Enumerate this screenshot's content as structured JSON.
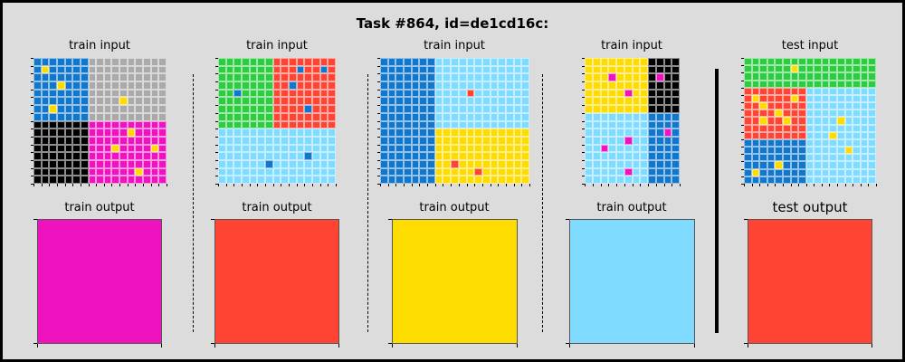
{
  "title": "Task #864, id=de1cd16c:",
  "labels": {
    "train_input": "train input",
    "train_output": "train output",
    "test_input": "test input",
    "test_output": "test output"
  },
  "colors": {
    "0": "#000000",
    "1": "#1177cc",
    "2": "#ff4433",
    "3": "#2ecc40",
    "4": "#ffdc00",
    "5": "#aaaaaa",
    "6": "#f012be",
    "8": "#7fdbff"
  },
  "panels": [
    {
      "label_key": "train_input",
      "grid": {
        "rows": 16,
        "cols": 17,
        "regions": [
          {
            "r0": 0,
            "r1": 7,
            "c0": 0,
            "c1": 6,
            "color": "1"
          },
          {
            "r0": 0,
            "r1": 7,
            "c0": 7,
            "c1": 16,
            "color": "5"
          },
          {
            "r0": 8,
            "r1": 15,
            "c0": 0,
            "c1": 6,
            "color": "0"
          },
          {
            "r0": 8,
            "r1": 15,
            "c0": 7,
            "c1": 16,
            "color": "6"
          }
        ],
        "dots": [
          [
            1,
            1,
            "4"
          ],
          [
            3,
            3,
            "4"
          ],
          [
            6,
            2,
            "4"
          ],
          [
            5,
            11,
            "4"
          ],
          [
            9,
            12,
            "4"
          ],
          [
            11,
            10,
            "4"
          ],
          [
            11,
            15,
            "4"
          ],
          [
            14,
            13,
            "4"
          ]
        ]
      },
      "output_color": "6"
    },
    {
      "label_key": "train_input",
      "grid": {
        "rows": 16,
        "cols": 15,
        "regions": [
          {
            "r0": 0,
            "r1": 8,
            "c0": 0,
            "c1": 6,
            "color": "3"
          },
          {
            "r0": 0,
            "r1": 8,
            "c0": 7,
            "c1": 14,
            "color": "2"
          },
          {
            "r0": 9,
            "r1": 15,
            "c0": 0,
            "c1": 14,
            "color": "8"
          }
        ],
        "dots": [
          [
            1,
            10,
            "1"
          ],
          [
            1,
            13,
            "1"
          ],
          [
            3,
            9,
            "1"
          ],
          [
            4,
            2,
            "1"
          ],
          [
            6,
            11,
            "1"
          ],
          [
            12,
            11,
            "1"
          ],
          [
            13,
            6,
            "1"
          ]
        ]
      },
      "output_color": "2"
    },
    {
      "label_key": "train_input",
      "grid": {
        "rows": 16,
        "cols": 19,
        "regions": [
          {
            "r0": 0,
            "r1": 15,
            "c0": 0,
            "c1": 6,
            "color": "1"
          },
          {
            "r0": 0,
            "r1": 8,
            "c0": 7,
            "c1": 18,
            "color": "8"
          },
          {
            "r0": 9,
            "r1": 15,
            "c0": 7,
            "c1": 18,
            "color": "4"
          }
        ],
        "dots": [
          [
            4,
            11,
            "2"
          ],
          [
            13,
            9,
            "2"
          ],
          [
            14,
            12,
            "2"
          ]
        ]
      },
      "output_color": "4"
    },
    {
      "label_key": "train_input",
      "grid": {
        "rows": 16,
        "cols": 12,
        "regions": [
          {
            "r0": 0,
            "r1": 6,
            "c0": 0,
            "c1": 7,
            "color": "4"
          },
          {
            "r0": 0,
            "r1": 6,
            "c0": 8,
            "c1": 11,
            "color": "0"
          },
          {
            "r0": 7,
            "r1": 15,
            "c0": 0,
            "c1": 7,
            "color": "8"
          },
          {
            "r0": 7,
            "r1": 15,
            "c0": 8,
            "c1": 11,
            "color": "1"
          }
        ],
        "dots": [
          [
            2,
            3,
            "6"
          ],
          [
            2,
            9,
            "6"
          ],
          [
            4,
            5,
            "6"
          ],
          [
            9,
            10,
            "6"
          ],
          [
            10,
            5,
            "6"
          ],
          [
            11,
            2,
            "6"
          ],
          [
            14,
            5,
            "6"
          ]
        ]
      },
      "output_color": "8"
    },
    {
      "label_key": "test_input",
      "grid": {
        "rows": 17,
        "cols": 17,
        "regions": [
          {
            "r0": 0,
            "r1": 3,
            "c0": 0,
            "c1": 16,
            "color": "3"
          },
          {
            "r0": 4,
            "r1": 10,
            "c0": 0,
            "c1": 7,
            "color": "2"
          },
          {
            "r0": 4,
            "r1": 16,
            "c0": 8,
            "c1": 16,
            "color": "8"
          },
          {
            "r0": 11,
            "r1": 16,
            "c0": 0,
            "c1": 7,
            "color": "1"
          }
        ],
        "dots": [
          [
            1,
            6,
            "4"
          ],
          [
            5,
            1,
            "4"
          ],
          [
            5,
            6,
            "4"
          ],
          [
            6,
            2,
            "4"
          ],
          [
            7,
            4,
            "4"
          ],
          [
            8,
            2,
            "4"
          ],
          [
            8,
            5,
            "4"
          ],
          [
            8,
            12,
            "4"
          ],
          [
            10,
            11,
            "4"
          ],
          [
            12,
            13,
            "4"
          ],
          [
            14,
            4,
            "4"
          ],
          [
            15,
            1,
            "4"
          ]
        ]
      },
      "output_color": "2"
    }
  ]
}
